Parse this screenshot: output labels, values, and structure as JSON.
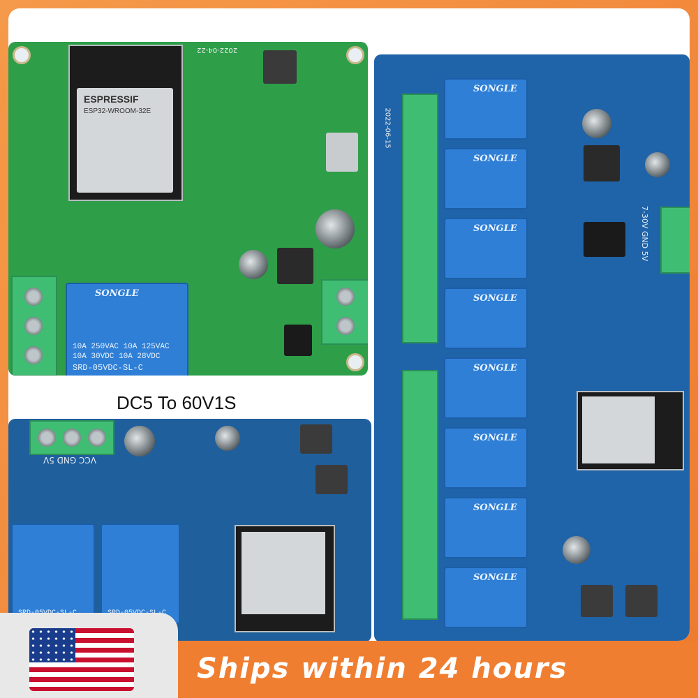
{
  "caption": "DC5 To 60V1S",
  "banner": {
    "text": "Ships within 24 hours"
  },
  "module_labels": {
    "esp_brand": "ESPRESSIF",
    "esp_model": "ESP32-WROOM-32E",
    "relay_brand": "SONGLE",
    "relay_line1": "10A 250VAC  10A 125VAC",
    "relay_line2": "10A 30VDC  10A 28VDC",
    "relay_model": "SRD-05VDC-SL-C",
    "date_green": "2022-04-22",
    "date_blue": "2022-06-15",
    "power_label": "7-30V GND 5V",
    "bottom_power_label": "VCC GND 5V"
  },
  "colors": {
    "accent": "#f07e31",
    "board_green": "#2e9e49",
    "board_blue": "#1f5f9c"
  }
}
